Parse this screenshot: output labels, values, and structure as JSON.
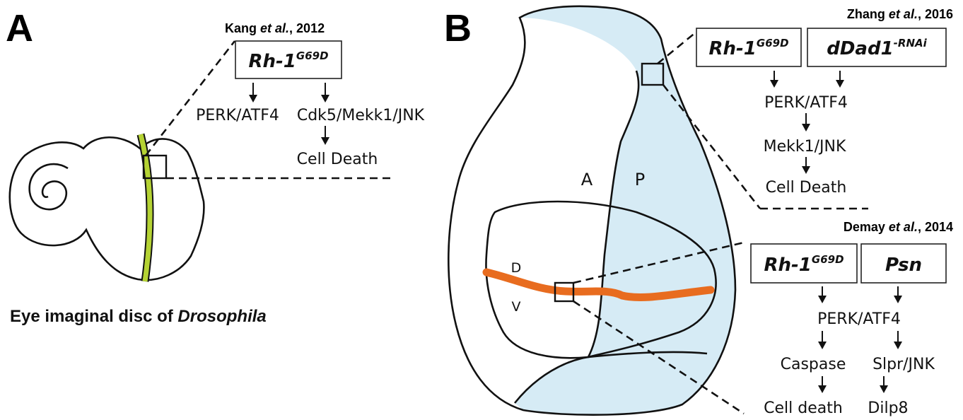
{
  "panel_a": {
    "label": "A",
    "citation": {
      "author": "Kang",
      "etal": "et al.",
      "year": ", 2012"
    },
    "gene": {
      "base": "Rh-1",
      "sup": "G69D"
    },
    "left_pathway": "PERK/ATF4",
    "right_pathway": "Cdk5/Mekk1/JNK",
    "outcome": "Cell Death",
    "caption": {
      "text": "Eye imaginal disc of ",
      "italic": "Drosophila"
    }
  },
  "panel_b": {
    "label": "B",
    "regions": {
      "anterior": "A",
      "posterior": "P",
      "dorsal": "D",
      "ventral": "V"
    },
    "top": {
      "citation": {
        "author": "Zhang",
        "etal": "et al.",
        "year": ", 2016"
      },
      "gene1": {
        "base": "Rh-1",
        "sup": "G69D"
      },
      "gene2": {
        "base": "dDad1",
        "sup": "-RNAi"
      },
      "steps": [
        "PERK/ATF4",
        "Mekk1/JNK",
        "Cell Death"
      ]
    },
    "bottom": {
      "citation": {
        "author": "Demay",
        "etal": "et al.",
        "year": ", 2014"
      },
      "gene1": {
        "base": "Rh-1",
        "sup": "G69D"
      },
      "gene2": {
        "base": "Psn",
        "sup": ""
      },
      "shared": "PERK/ATF4",
      "left_steps": [
        "Caspase",
        "Cell death"
      ],
      "right_steps": [
        "Slpr/JNK",
        "Dilp8"
      ]
    }
  },
  "colors": {
    "furrow_green": "#b5d334",
    "dv_orange": "#e86c1f",
    "posterior_blue": "#d6ebf5"
  }
}
